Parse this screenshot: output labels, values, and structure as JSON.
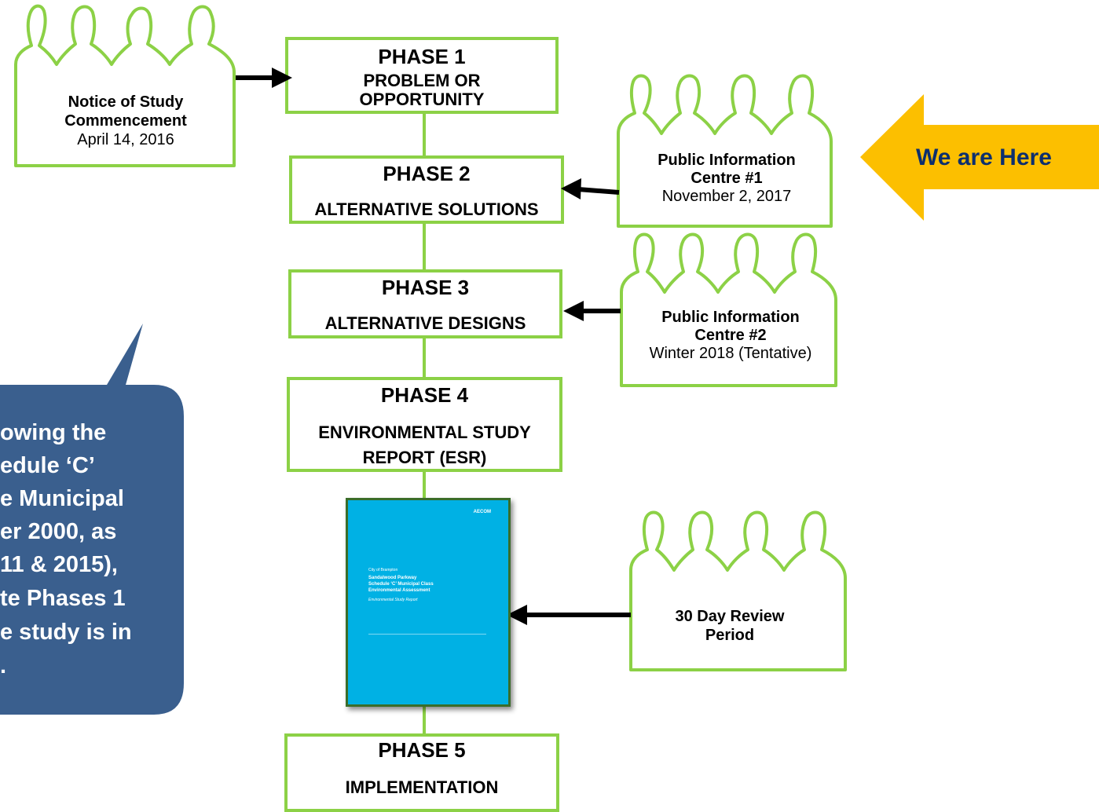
{
  "phases": [
    {
      "title": "PHASE 1",
      "subtitle_lines": [
        "PROBLEM OR",
        "OPPORTUNITY"
      ]
    },
    {
      "title": "PHASE 2",
      "subtitle_lines": [
        "ALTERNATIVE SOLUTIONS"
      ]
    },
    {
      "title": "PHASE 3",
      "subtitle_lines": [
        "ALTERNATIVE DESIGNS"
      ]
    },
    {
      "title": "PHASE 4",
      "subtitle_lines": [
        "ENVIRONMENTAL STUDY",
        "REPORT (ESR)"
      ]
    },
    {
      "title": "PHASE 5",
      "subtitle_lines": [
        "IMPLEMENTATION"
      ]
    }
  ],
  "events": [
    {
      "name_lines": [
        "Notice of Study",
        "Commencement"
      ],
      "date": "April 14, 2016"
    },
    {
      "name_lines": [
        "Public Information",
        "Centre #1"
      ],
      "date": "November 2, 2017"
    },
    {
      "name_lines": [
        "Public Information",
        "Centre #2"
      ],
      "date": "Winter 2018 (Tentative)"
    },
    {
      "name_lines": [
        "30 Day Review",
        "Period"
      ],
      "date": ""
    }
  ],
  "here_marker": "We are Here",
  "callout_lines": [
    "owing the",
    "edule ‘C’",
    "e Municipal",
    "er 2000, as",
    "11 & 2015),",
    "te Phases 1",
    "e study is in",
    "."
  ],
  "report_cover": {
    "brand": "AECOM",
    "city": "City of Brampton",
    "title_lines": [
      "Sandalwood Parkway",
      "Schedule ‘C’ Municipal Class",
      "Environmental Assessment"
    ],
    "doc_type": "Environmental Study Report"
  },
  "colors": {
    "phase_border": "#8cd146",
    "here_arrow": "#fcbf00",
    "callout_fill": "#3a5f8e",
    "report_cover": "#00b1e4",
    "arrow": "#000000"
  }
}
